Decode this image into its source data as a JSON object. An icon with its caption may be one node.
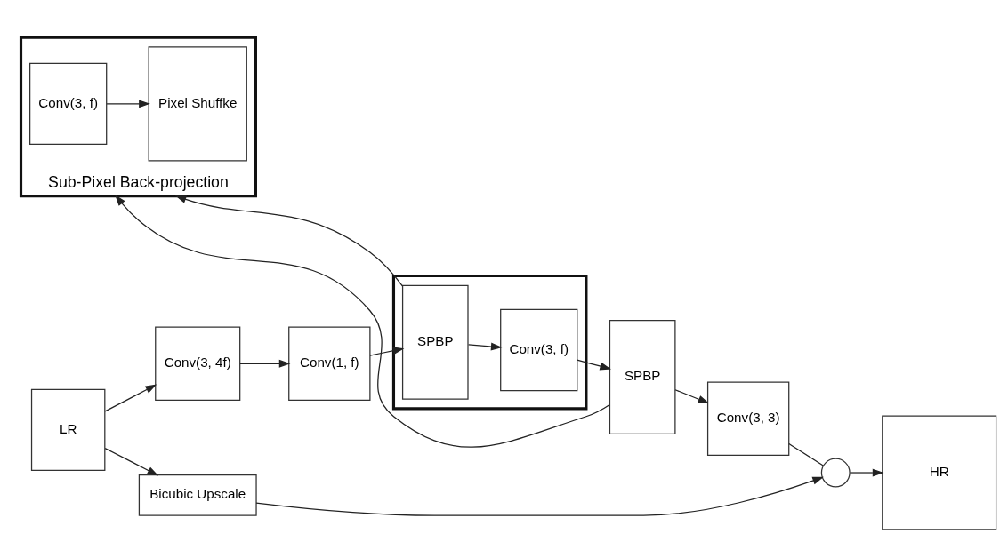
{
  "diagram": {
    "nodes": [
      {
        "text": [
          "Sub-Pixel Back-projection"
        ]
      },
      {
        "text": [
          "Conv(3, f)"
        ],
        "in": 0
      },
      {
        "text": [
          "Pixel Shuffke"
        ],
        "in": 0
      },
      {
        "text": [
          "LR"
        ]
      },
      {
        "text": [
          "Conv(3, 4f)"
        ]
      },
      {
        "text": [
          "Conv(1, f)"
        ]
      },
      {
        "text": [],
        "shape": "box"
      },
      {
        "text": [
          "SPBP"
        ],
        "in": 6
      },
      {
        "text": [
          "Conv(3, f)"
        ],
        "in": 6
      },
      {
        "text": [
          "SPBP"
        ]
      },
      {
        "text": [
          "Conv(3, 3)"
        ]
      },
      {
        "text": [],
        "shape": "circle"
      },
      {
        "text": [
          "HR"
        ]
      },
      {
        "text": [
          "Bicubic Upscale"
        ]
      }
    ],
    "edges": [
      {
        "from": 1,
        "to": 2,
        "arrow": "to"
      },
      {
        "from": 3,
        "to": 4,
        "arrow": "to"
      },
      {
        "from": 4,
        "to": 5,
        "arrow": "to"
      },
      {
        "from": 5,
        "to": 7,
        "arrow": "to"
      },
      {
        "from": 7,
        "to": 8,
        "arrow": "to"
      },
      {
        "from": 8,
        "to": 9,
        "arrow": "to"
      },
      {
        "from": 9,
        "to": 10,
        "arrow": "to"
      },
      {
        "from": 10,
        "to": 11,
        "arrow": "none"
      },
      {
        "from": 11,
        "to": 12,
        "arrow": "to"
      },
      {
        "from": 3,
        "to": 13,
        "arrow": "to"
      },
      {
        "from": 13,
        "to": 11,
        "arrow": "to"
      },
      {
        "from": 7,
        "to": 0,
        "arrow": "to"
      },
      {
        "from": 9,
        "to": 0,
        "arrow": "to"
      }
    ]
  }
}
